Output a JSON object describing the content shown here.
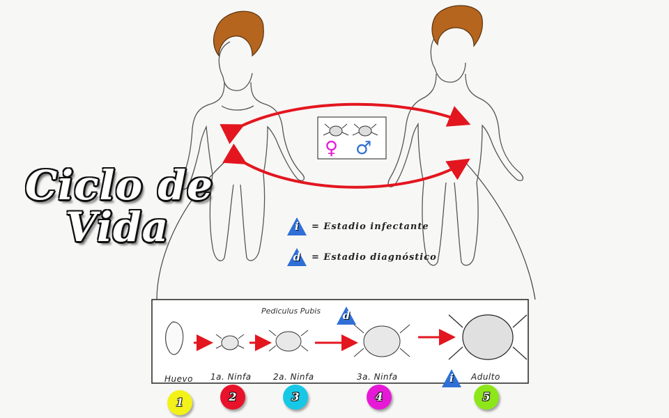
{
  "title": {
    "line1": "Ciclo de",
    "line2": "Vida"
  },
  "legend": [
    {
      "letter": "i",
      "text": "= Estadio infectante"
    },
    {
      "letter": "d",
      "text": "= Estadio diagnóstico"
    }
  ],
  "species_label": "Pediculus Pubis",
  "diagnostic_marker": "d",
  "infective_marker": "i",
  "sex_symbols": {
    "female": "♀",
    "male": "♂"
  },
  "stages": [
    {
      "label": "Huevo",
      "number": "1",
      "color": "#f2f21a"
    },
    {
      "label": "1a. Ninfa",
      "number": "2",
      "color": "#e8122b"
    },
    {
      "label": "2a. Ninfa",
      "number": "3",
      "color": "#16c8e6"
    },
    {
      "label": "3a. Ninfa",
      "number": "4",
      "color": "#e61ad6"
    },
    {
      "label": "Adulto",
      "number": "5",
      "color": "#8de61a"
    }
  ],
  "colors": {
    "arrow": "#e3161f",
    "hair": "#b5651d",
    "triangle": "#2f6fd6",
    "female_symbol": "#e61ad6",
    "male_symbol": "#2f6fd6"
  }
}
